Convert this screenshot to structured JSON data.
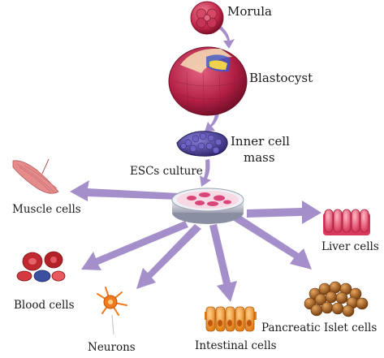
{
  "stages": {
    "morula": "Morula",
    "blastocyst": "Blastocyst",
    "inner_cell_mass_line1": "Inner cell",
    "inner_cell_mass_line2": "mass",
    "escs_culture": "ESCs culture"
  },
  "derived_cells": {
    "muscle": "Muscle cells",
    "liver": "Liver cells",
    "blood": "Blood cells",
    "neurons": "Neurons",
    "intestinal": "Intestinal cells",
    "pancreatic": "Pancreatic Islet cells"
  },
  "colors": {
    "arrow": "#a58fcb",
    "embryo": "#c1284a",
    "inner_mass": "#4b3f96",
    "dish_cells": "#d8457a",
    "muscle": "#e58b8b",
    "liver": "#e64f6d",
    "blood": "#c2282f",
    "neuron": "#f07a1c",
    "intestinal": "#f2a34a",
    "pancreatic": "#a0601e"
  }
}
